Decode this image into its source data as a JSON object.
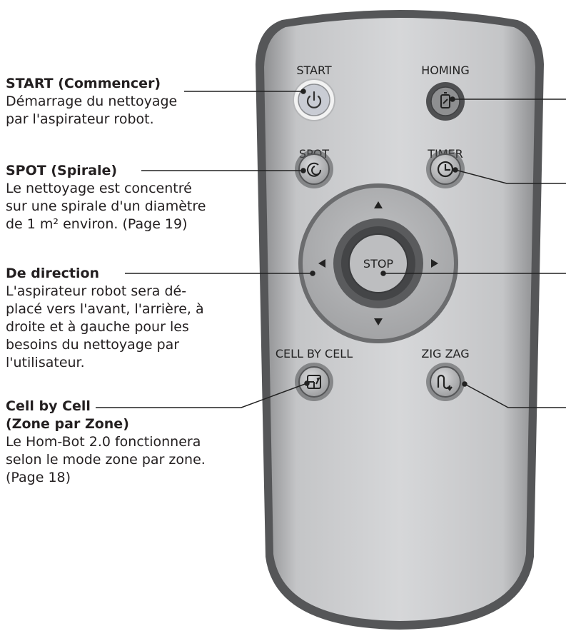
{
  "remote": {
    "buttons": {
      "start": "START",
      "homing": "HOMING",
      "spot": "SPOT",
      "timer": "TIMER",
      "stop": "STOP",
      "cell_by_cell": "CELL BY CELL",
      "zig_zag": "ZIG ZAG"
    }
  },
  "descriptions": {
    "start": {
      "title": "START (Commencer)",
      "body": "Démarrage du nettoyage\npar l'aspirateur robot."
    },
    "spot": {
      "title": "SPOT (Spirale)",
      "body": "Le nettoyage est concentré\nsur une spirale d'un diamètre\nde 1 m² environ. (Page 19)"
    },
    "direction": {
      "title": "De direction",
      "body": "L'aspirateur robot sera dé-\nplacé vers l'avant, l'arrière, à\ndroite et à gauche pour les\nbesoins du nettoyage par\nl'utilisateur."
    },
    "cell": {
      "title_line1": "Cell by Cell",
      "title_line2": "(Zone par Zone)",
      "body": "Le Hom-Bot 2.0 fonctionnera\nselon le mode zone par zone.\n(Page 18)"
    }
  }
}
